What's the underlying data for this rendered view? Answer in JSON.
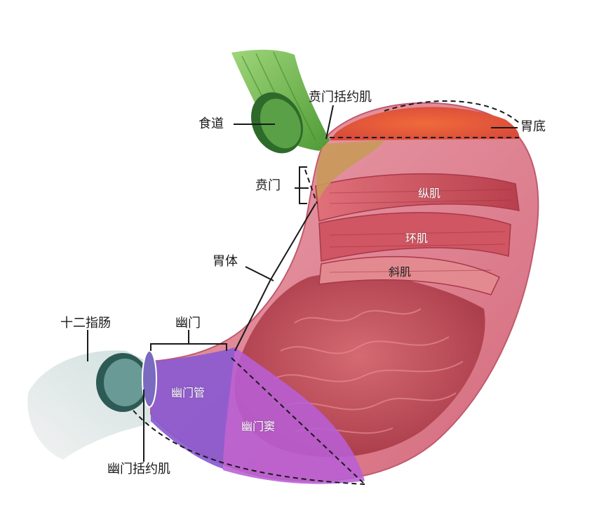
{
  "labels": {
    "esophagus": "食道",
    "cardiac_sphincter": "贲门括约肌",
    "fundus": "胃底",
    "cardia": "贲门",
    "body": "胃体",
    "duodenum": "十二指肠",
    "pylorus": "幽门",
    "pyloric_sphincter": "幽门括约肌"
  },
  "inner_labels": {
    "longitudinal_muscle": "纵肌",
    "circular_muscle": "环肌",
    "oblique_muscle": "斜肌",
    "pyloric_canal": "幽门管",
    "pyloric_antrum": "幽门窦"
  },
  "colors": {
    "esophagus": "#6fb84a",
    "fundus": "#e0553a",
    "cardia": "#c89a5a",
    "stomach_wall": "#d9788a",
    "muscle": "#c44a55",
    "mucosa": "#c65560",
    "pyloric_canal": "#8a5ad0",
    "pyloric_antrum": "#b85fd6",
    "duodenum": "#a9c7c4"
  }
}
